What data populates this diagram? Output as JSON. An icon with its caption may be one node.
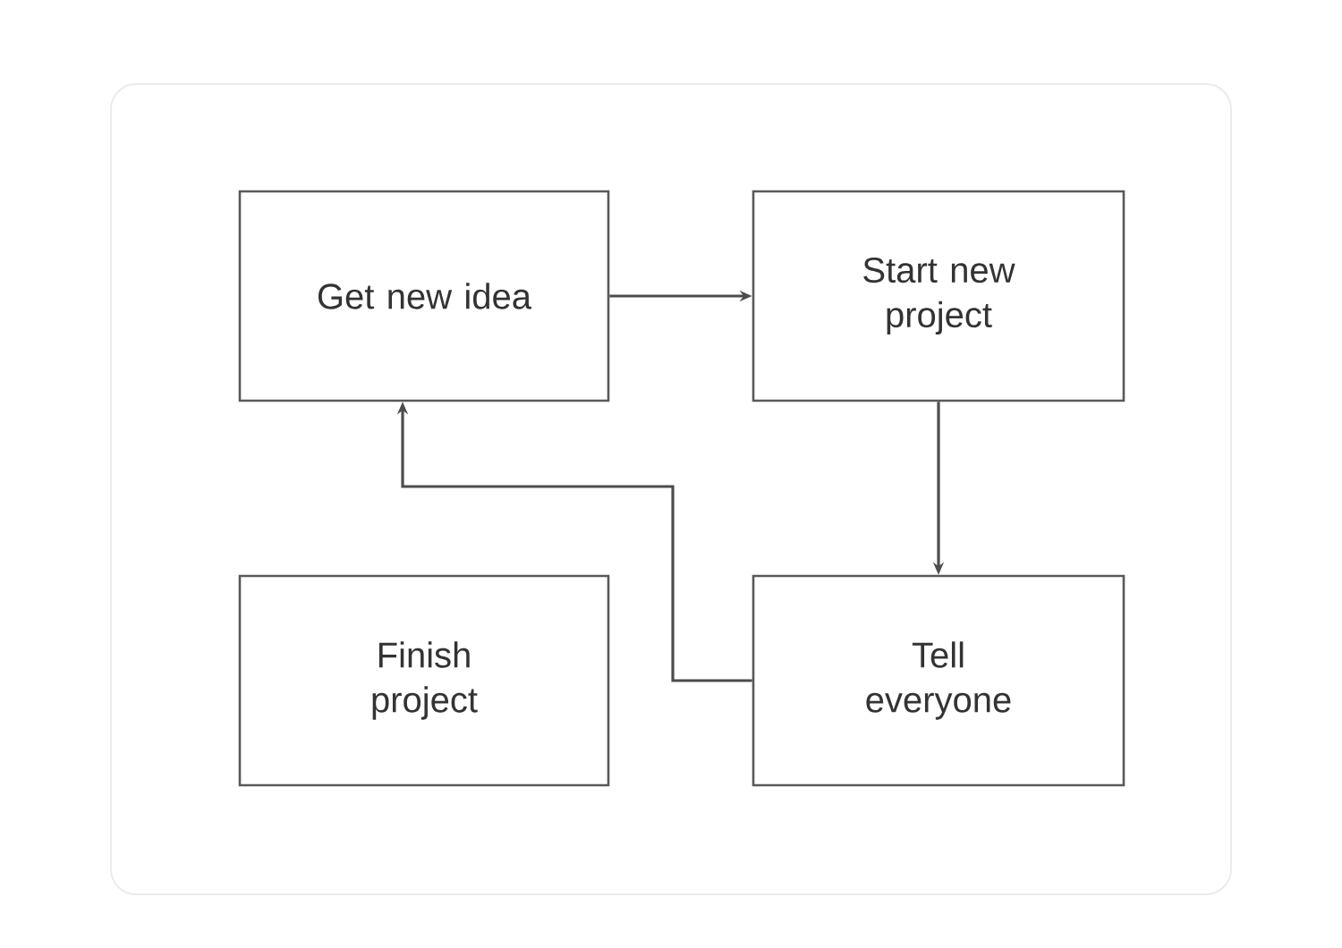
{
  "diagram": {
    "nodes": [
      {
        "text": [
          "Get new idea"
        ]
      },
      {
        "text": [
          "Start new project"
        ]
      },
      {
        "text": [
          "Finish project"
        ]
      },
      {
        "text": [
          "Tell everyone"
        ]
      }
    ],
    "edges": [
      {
        "from": 0,
        "to": 1,
        "arrow": "to"
      },
      {
        "from": 1,
        "to": 3,
        "arrow": "to"
      },
      {
        "from": 3,
        "to": 0,
        "arrow": "to"
      }
    ]
  }
}
